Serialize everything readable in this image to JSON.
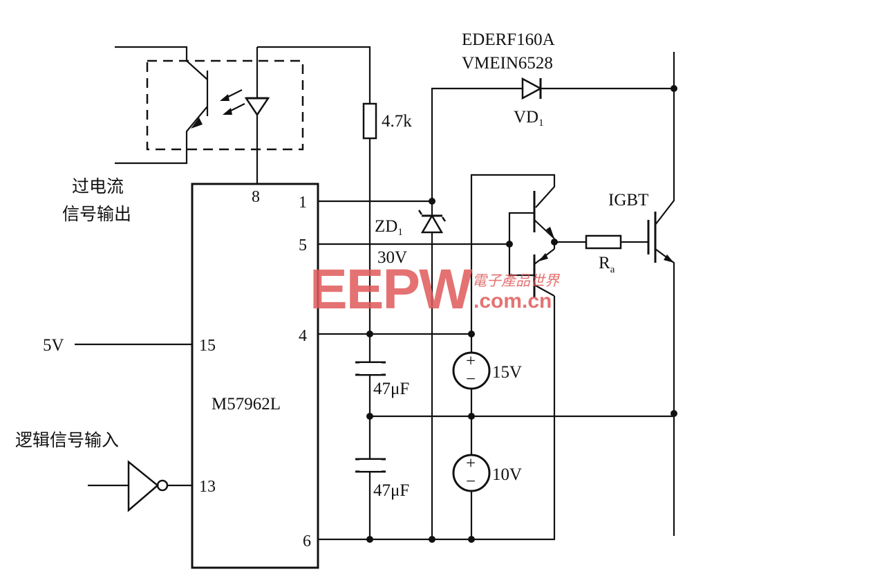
{
  "labels": {
    "diode_part1": "EDERF160A",
    "diode_part2": "VMEIN6528",
    "vd1": "VD",
    "vd1_sub": "1",
    "resistor_4k7": "4.7k",
    "overcurrent_line1": "过电流",
    "overcurrent_line2": "信号输出",
    "igbt": "IGBT",
    "zd1": "ZD",
    "zd1_sub": "1",
    "zener_voltage": "30V",
    "ra": "R",
    "ra_sub": "a",
    "v5": "5V",
    "chip": "M57962L",
    "logic_input": "逻辑信号输入",
    "cap1": "47μF",
    "cap2": "47μF",
    "src15": "15V",
    "src10": "10V",
    "plus": "+",
    "minus": "−"
  },
  "pins": {
    "p8": "8",
    "p1": "1",
    "p5": "5",
    "p4": "4",
    "p15": "15",
    "p13": "13",
    "p6": "6"
  },
  "watermark": {
    "logo": "EEPW",
    "site": ".com.cn",
    "tagline": "電子產品世界"
  }
}
